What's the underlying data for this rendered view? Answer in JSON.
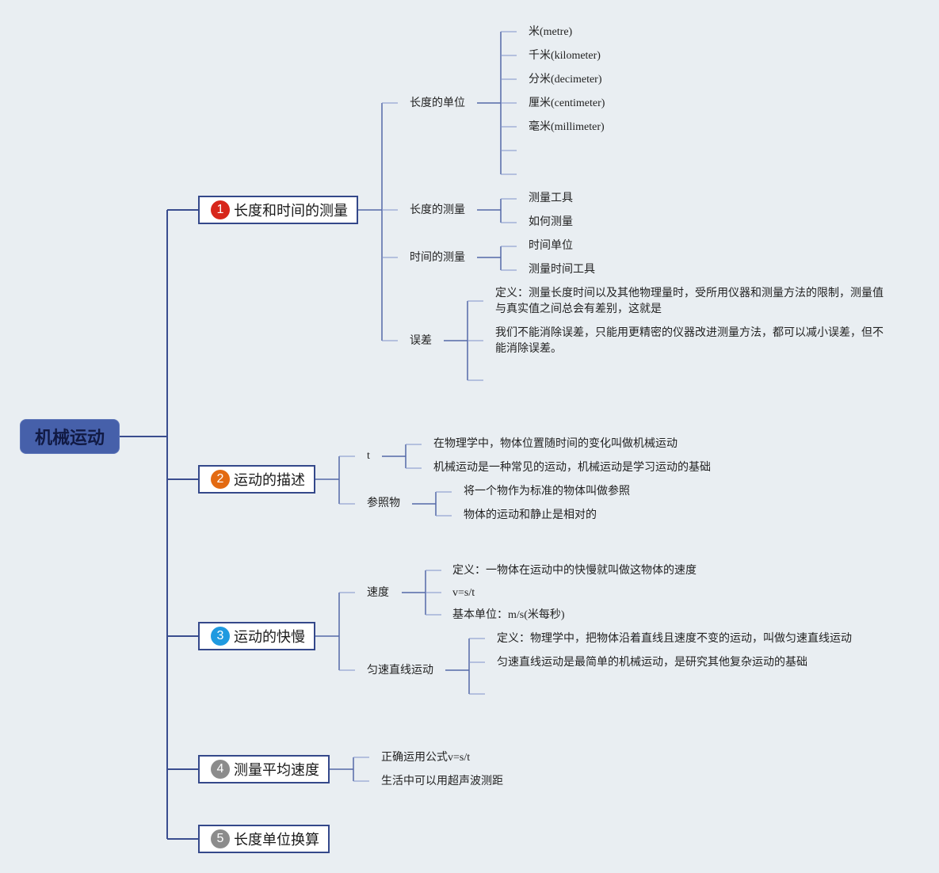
{
  "colors": {
    "background": "#e9eef2",
    "root_fill": "#4660aa",
    "border": "#34488a",
    "line": "#3f5294"
  },
  "root": {
    "label": "机械运动"
  },
  "branches": [
    {
      "number": "1",
      "badge_color": "#d7261b",
      "label": "长度和时间的测量",
      "children": [
        {
          "label": "长度的单位",
          "children": [
            "米(metre)",
            "千米(kilometer)",
            "分米(decimeter)",
            "厘米(centimeter)",
            "毫米(millimeter)"
          ]
        },
        {
          "label": "长度的测量",
          "children": [
            "测量工具",
            "如何测量"
          ]
        },
        {
          "label": "时间的测量",
          "children": [
            "时间单位",
            "测量时间工具"
          ]
        },
        {
          "label": "误差",
          "children": [
            "定义：测量长度时间以及其他物理量时，受所用仪器和测量方法的限制，测量值与真实值之间总会有差别，这就是",
            "我们不能消除误差，只能用更精密的仪器改进测量方法，都可以减小误差，但不能消除误差。"
          ]
        }
      ]
    },
    {
      "number": "2",
      "badge_color": "#e36a12",
      "label": "运动的描述",
      "children": [
        {
          "label": "t",
          "children": [
            "在物理学中，物体位置随时间的变化叫做机械运动",
            "机械运动是一种常见的运动，机械运动是学习运动的基础"
          ]
        },
        {
          "label": "参照物",
          "children": [
            "将一个物作为标准的物体叫做参照",
            "物体的运动和静止是相对的"
          ]
        }
      ]
    },
    {
      "number": "3",
      "badge_color": "#1f9ae0",
      "label": "运动的快慢",
      "children": [
        {
          "label": "速度",
          "children": [
            "定义：一物体在运动中的快慢就叫做这物体的速度",
            "v=s/t",
            "基本单位：m/s(米每秒)"
          ]
        },
        {
          "label": "匀速直线运动",
          "children": [
            "定义：物理学中，把物体沿着直线且速度不变的运动，叫做匀速直线运动",
            "匀速直线运动是最简单的机械运动，是研究其他复杂运动的基础"
          ]
        }
      ]
    },
    {
      "number": "4",
      "badge_color": "#8c8c8c",
      "label": "测量平均速度",
      "children": [
        {
          "label": "正确运用公式v=s/t"
        },
        {
          "label": "生活中可以用超声波测距"
        }
      ]
    },
    {
      "number": "5",
      "badge_color": "#8c8c8c",
      "label": "长度单位换算",
      "children": []
    }
  ]
}
